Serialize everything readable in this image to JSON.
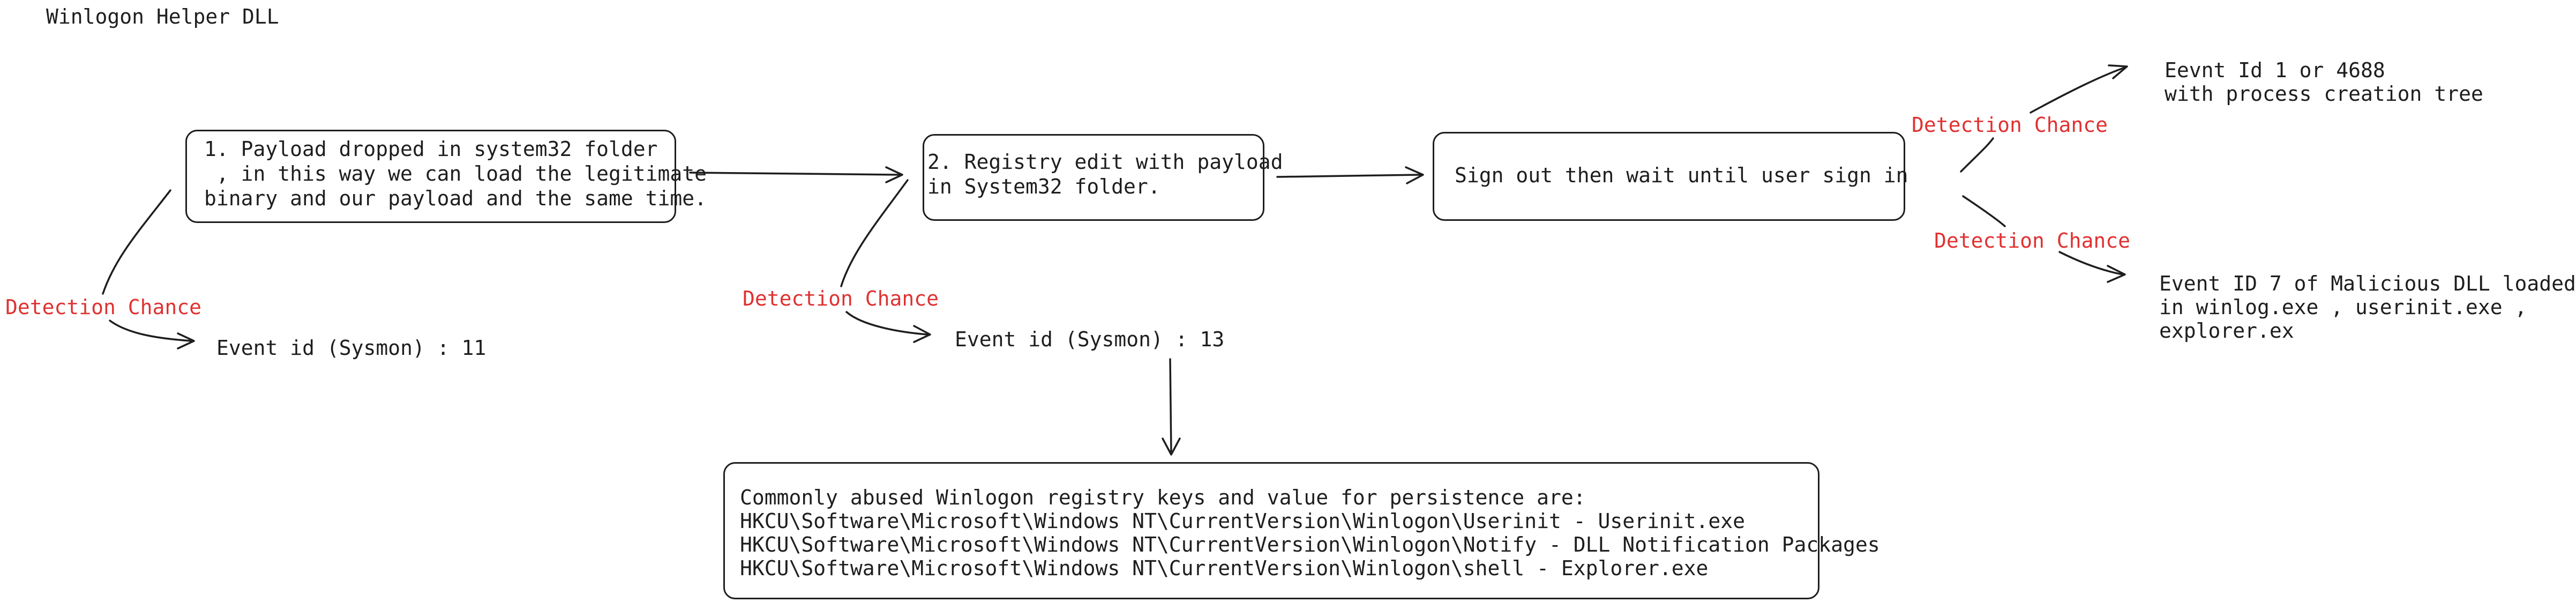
{
  "title": "Winlogon Helper DLL",
  "step1": {
    "lines": [
      "1. Payload dropped in system32 folder",
      " , in this way we can load the legitimate",
      "binary and our payload and the same time."
    ]
  },
  "step2": {
    "lines": [
      "2. Registry edit with payload",
      "in System32 folder."
    ]
  },
  "step3": {
    "text": "Sign out then wait until user sign in"
  },
  "detection_label": "Detection Chance",
  "event1": "Event id (Sysmon) : 11",
  "event2": "Event id (Sysmon) : 13",
  "event3": {
    "lines": [
      "Eevnt Id 1 or 4688",
      "with process creation tree"
    ]
  },
  "event4": {
    "lines": [
      "Event ID 7 of Malicious DLL loaded",
      "in winlog.exe , userinit.exe ,",
      "explorer.ex"
    ]
  },
  "registry": {
    "lines": [
      "Commonly abused Winlogon registry keys and value for persistence are:",
      "HKCU\\Software\\Microsoft\\Windows NT\\CurrentVersion\\Winlogon\\Userinit - Userinit.exe",
      "HKCU\\Software\\Microsoft\\Windows NT\\CurrentVersion\\Winlogon\\Notify - DLL Notification Packages",
      "HKCU\\Software\\Microsoft\\Windows NT\\CurrentVersion\\Winlogon\\shell - Explorer.exe"
    ]
  },
  "colors": {
    "detection": "#e03131",
    "stroke": "#1e1e1e"
  }
}
